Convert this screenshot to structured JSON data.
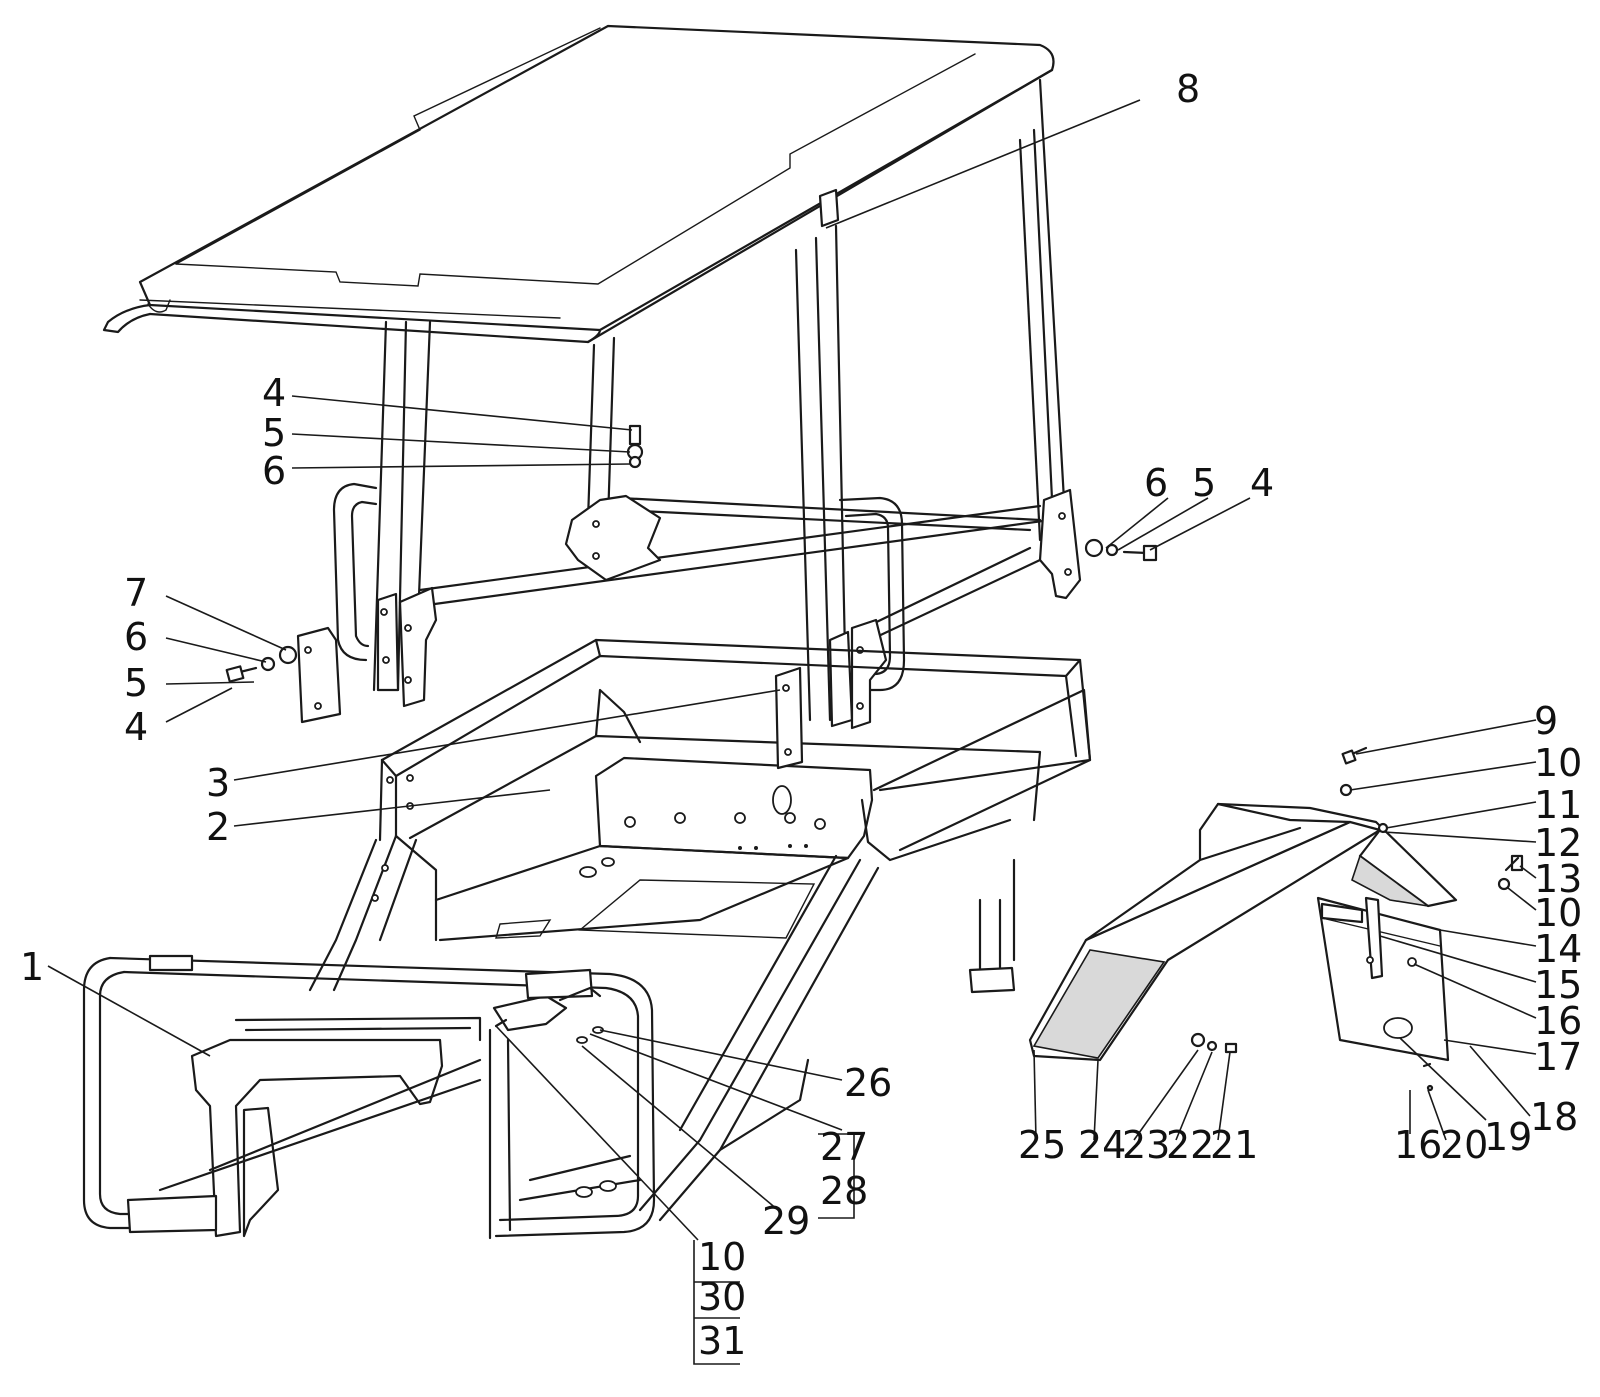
{
  "labels": {
    "l1": "1",
    "l2": "2",
    "l3": "3",
    "l4a": "4",
    "l5a": "5",
    "l6a": "6",
    "l4b": "4",
    "l5b": "5",
    "l6b": "6",
    "l7": "7",
    "l4c": "4",
    "l5c": "5",
    "l6c": "6",
    "l8": "8",
    "l9": "9",
    "l10a": "10",
    "l11": "11",
    "l12": "12",
    "l13": "13",
    "l10b": "10",
    "l14": "14",
    "l15": "15",
    "l16a": "16",
    "l17": "17",
    "l18": "18",
    "l19": "19",
    "l20": "20",
    "l16b": "16",
    "l21": "21",
    "l22": "22",
    "l23": "23",
    "l24": "24",
    "l25": "25",
    "l26": "26",
    "l27": "27",
    "l28": "28",
    "l29": "29",
    "l10c": "10",
    "l30": "30",
    "l31": "31"
  }
}
